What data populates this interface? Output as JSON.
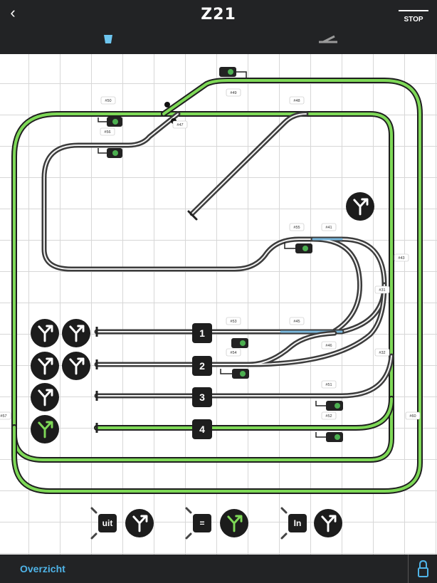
{
  "header": {
    "title": "Z21",
    "stop_label": "STOP"
  },
  "footer": {
    "overview_label": "Overzicht"
  },
  "track_ids": [
    "#50",
    "#49",
    "#48",
    "#56",
    "#47",
    "#55",
    "#41",
    "#43",
    "#31",
    "#53",
    "#45",
    "#46",
    "#54",
    "#32",
    "#51",
    "#52",
    "#57",
    "#60"
  ],
  "tracks": [
    {
      "number": "1",
      "active": false
    },
    {
      "number": "2",
      "active": false
    },
    {
      "number": "3",
      "active": false
    },
    {
      "number": "4",
      "active": true
    }
  ],
  "controls": [
    {
      "label": "uit"
    },
    {
      "label": "="
    },
    {
      "label": "In"
    }
  ],
  "colors": {
    "active_track": "#7ed957",
    "track": "#3c3c3c",
    "occupied": "#7ab8dd",
    "signal_green": "#4caf50",
    "accent": "#4fb4e8"
  }
}
